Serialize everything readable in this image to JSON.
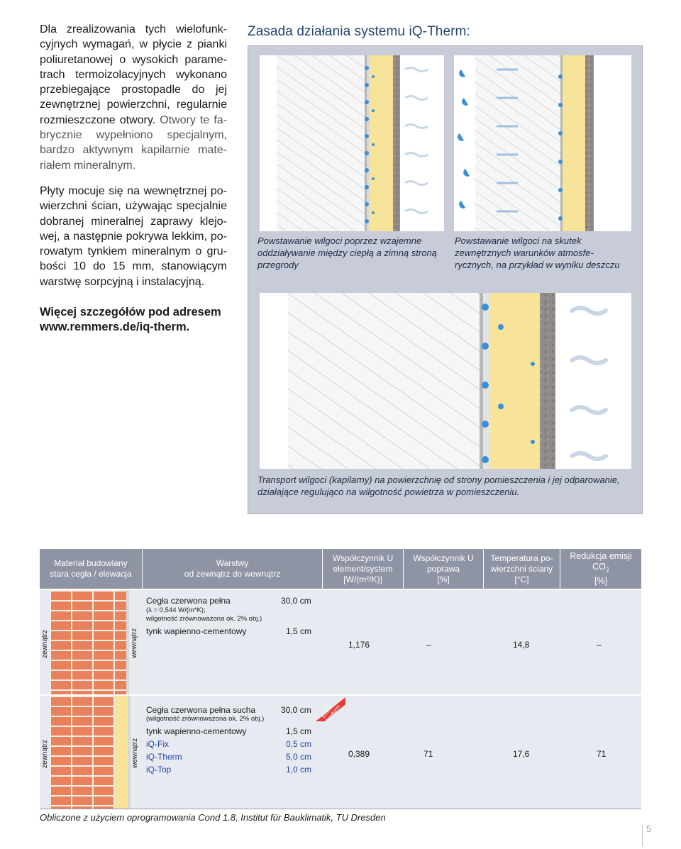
{
  "intro": {
    "paragraph1_dark": "Dla zrealizowania tych wielofunk-cyjnych wymagań, w płycie z pianki poliuretanowej o wysokich parame-trach termoizolacyjnych wykonano przebiegające prostopadle do jej zewnętrznej powierzchni, regularnie rozmieszczone otwory.",
    "paragraph1_light": "Otwory te fa-brycznie wypełniono specjalnym, bardzo aktywnym kapilarnie mate-riałem mineralnym.",
    "paragraph2": "Płyty mocuje się na wewnętrznej po-wierzchni ścian, używając specjalnie dobranej mineralnej zaprawy klejo-wej, a następnie pokrywa lekkim, po-rowatym tynkiem mineralnym o gru-bości 10 do 15 mm, stanowiącym warstwę sorpcyjną i instalacyjną.",
    "more_line1": "Więcej szczegółów pod adresem",
    "more_line2": "www.remmers.de/iq-therm."
  },
  "figure": {
    "heading": "Zasada działania systemu iQ-Therm:",
    "caption_left": "Powstawanie wilgoci poprzez wzajemne oddziaływanie między ciepłą a zimną stroną przegrody",
    "caption_right": "Powstawanie wilgoci na skutek zewnętrznych warunków atmosfe-rycznych, na przykład w wyniku deszczu",
    "caption_bottom": "Transport wilgoci (kapilarny) na powierzchnię od strony pomieszczenia i jej odparowanie, działające regulująco na wilgotność powietrza w pomieszczeniu.",
    "colors": {
      "frame": "#c8ccd8",
      "insulation": "#f7e39a",
      "water": "#3b8fd6",
      "hatch": "#cfcfcf"
    }
  },
  "table": {
    "headers": {
      "h1a": "Materiał budowlany",
      "h1b": "stara cegła / elewacja",
      "h2a": "Warstwy",
      "h2b": "od zewnątrz do wewnątrz",
      "h3a": "Współczynnik U",
      "h3b": "element/system",
      "h3c": "[W/(m²/K)]",
      "h4a": "Współczynnik U",
      "h4b": "poprawa",
      "h4c": "[%]",
      "h5a": "Temperatura po-",
      "h5b": "wierzchni ściany",
      "h5c": "[°C]",
      "h6a": "Redukcja emisji CO",
      "h6sub": "2",
      "h6b": "[%]"
    },
    "side_label_outside": "zewnątrz",
    "side_label_inside": "wewnątrz",
    "row1": {
      "l1_name": "Cegła czerwona pełna",
      "l1_value": "30,0 cm",
      "l1_note1": "(λ = 0,544 W/(m*K);",
      "l1_note2": "wilgotność zrównoważona ok. 2% obj.)",
      "l2_name": "tynk wapienno-cementowy",
      "l2_value": "1,5 cm",
      "u": "1,176",
      "improvement": "–",
      "temp": "14,8",
      "co2": "–"
    },
    "row2": {
      "badge": "EnEV-konform",
      "l1_name": "Cegła czerwona pełna sucha",
      "l1_value": "30,0 cm",
      "l1_note": "(wilgotność zrównoważona ok. 2% obj.)",
      "l2_name": "tynk wapienno-cementowy",
      "l2_value": "1,5 cm",
      "l3_name": "iQ-Fix",
      "l3_value": "0,5 cm",
      "l4_name": "iQ-Therm",
      "l4_value": "5,0 cm",
      "l5_name": "iQ-Top",
      "l5_value": "1,0 cm",
      "u": "0,389",
      "improvement": "71",
      "temp": "17,6",
      "co2": "71"
    },
    "footnote": "Obliczone z użyciem oprogramowania Cond 1.8, Institut für Bauklimatik, TU Dresden"
  },
  "page_number": "5"
}
